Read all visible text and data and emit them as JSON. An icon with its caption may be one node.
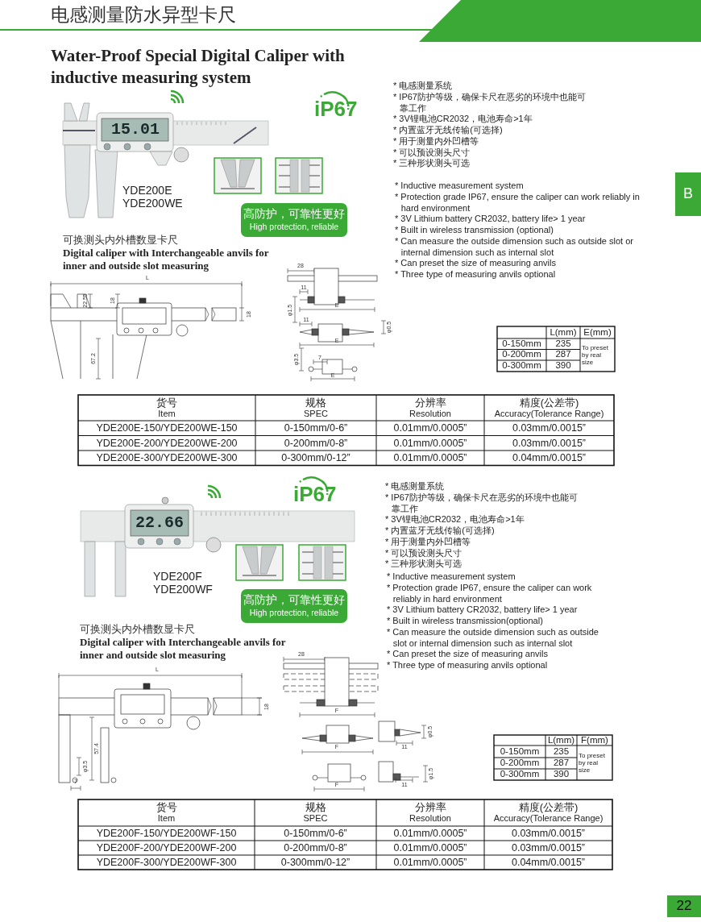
{
  "diagram": {
    "title": "电感测量防水异型卡尺",
    "nodes": [
      {
        "text": [
          "B"
        ]
      },
      {
        "text": [
          "高防护，可靠性更好",
          "High protection, reliable"
        ]
      },
      {
        "text": [
          "高防护，可靠性更好",
          "High protection, reliable"
        ]
      },
      {
        "text": [
          "22"
        ]
      }
    ],
    "labels": [
      "Water-Proof Special Digital Caliper with inductive measuring system",
      "15.01",
      "iP67",
      "YDE200E",
      "YDE200WE",
      "* 电感测量系统",
      "* IP67防护等级，确保卡尺在恶劣的环境中也能可靠工作",
      "* 3V锂电池CR2032，电池寿命>1年",
      "* 内置蓝牙无线传输(可选择)",
      "* 用于测量内外凹槽等",
      "* 可以预设测头尺寸",
      "* 三种形状测头可选",
      "* Inductive measurement system",
      "* Protection grade IP67, ensure the caliper can work reliably in hard environment",
      "* 3V Lithium battery CR2032, battery life> 1 year",
      "* Built in wireless transmission (optional)",
      "* Can measure the outside dimension such as outside slot or internal dimension such as internal slot",
      "* Can preset the size of measuring anvils",
      "* Three type of measuring anvils optional",
      "可换测头内外槽数显卡尺",
      "Digital caliper with Interchangeable anvils for inner and outside slot measuring",
      "L",
      "22.55",
      "18",
      "18",
      "67.2",
      "28",
      "11",
      "E",
      "φ1.5",
      "11",
      "φ0.5",
      "E",
      "φ3.5",
      "7",
      "E",
      "L(mm)",
      "E(mm)",
      "0-150mm",
      "235",
      "To preset by real size",
      "0-200mm",
      "287",
      "0-300mm",
      "390",
      "货号",
      "Item",
      "规格",
      "SPEC",
      "分辨率",
      "Resolution",
      "精度(公差带)",
      "Accuracy(Tolerance Range)",
      "YDE200E-150/YDE200WE-150",
      "0-150mm/0-6”",
      "0.01mm/0.0005”",
      "0.03mm/0.0015”",
      "YDE200E-200/YDE200WE-200",
      "0-200mm/0-8”",
      "0.01mm/0.0005”",
      "0.03mm/0.0015”",
      "YDE200E-300/YDE200WE-300",
      "0-300mm/0-12”",
      "0.01mm/0.0005”",
      "0.04mm/0.0015”",
      "22.66",
      "iP67",
      "YDE200F",
      "YDE200WF",
      "* 电感测量系统",
      "* IP67防护等级，确保卡尺在恶劣的环境中也能可靠工作",
      "* 3V锂电池CR2032，电池寿命>1年",
      "* 内置蓝牙无线传输(可选择)",
      "* 用于测量内外凹槽等",
      "* 可以预设测头尺寸",
      "* 三种形状测头可选",
      "* Inductive measurement system",
      "* Protection grade IP67, ensure the caliper can work reliably in hard environment",
      "* 3V Lithium battery CR2032, battery life> 1 year",
      "* Built in wireless transmission(optional)",
      "* Can measure the outside dimension such as outside slot or internal dimension such as internal slot",
      "* Can preset the size of measuring anvils",
      "* Three type of measuring anvils optional",
      "可换测头内外槽数显卡尺",
      "Digital caliper with Interchangeable anvils for inner and outside slot measuring",
      "L",
      "18",
      "57.4",
      "φ3.5",
      "7",
      "28",
      "F",
      "F",
      "11",
      "φ0.5",
      "F",
      "φ1.5",
      "11",
      "L(mm)",
      "F(mm)",
      "0-150mm",
      "235",
      "To preset by real size",
      "0-200mm",
      "287",
      "0-300mm",
      "390",
      "货号",
      "Item",
      "规格",
      "SPEC",
      "分辨率",
      "Resolution",
      "精度(公差带)",
      "Accuracy(Tolerance Range)",
      "YDE200F-150/YDE200WF-150",
      "0-150mm/0-6”",
      "0.01mm/0.0005”",
      "0.03mm/0.0015”",
      "YDE200F-200/YDE200WF-200",
      "0-200mm/0-8”",
      "0.01mm/0.0005”",
      "0.03mm/0.0015”",
      "YDE200F-300/YDE200WF-300",
      "0-300mm/0-12”",
      "0.01mm/0.0005”",
      "0.04mm/0.0015”"
    ]
  }
}
